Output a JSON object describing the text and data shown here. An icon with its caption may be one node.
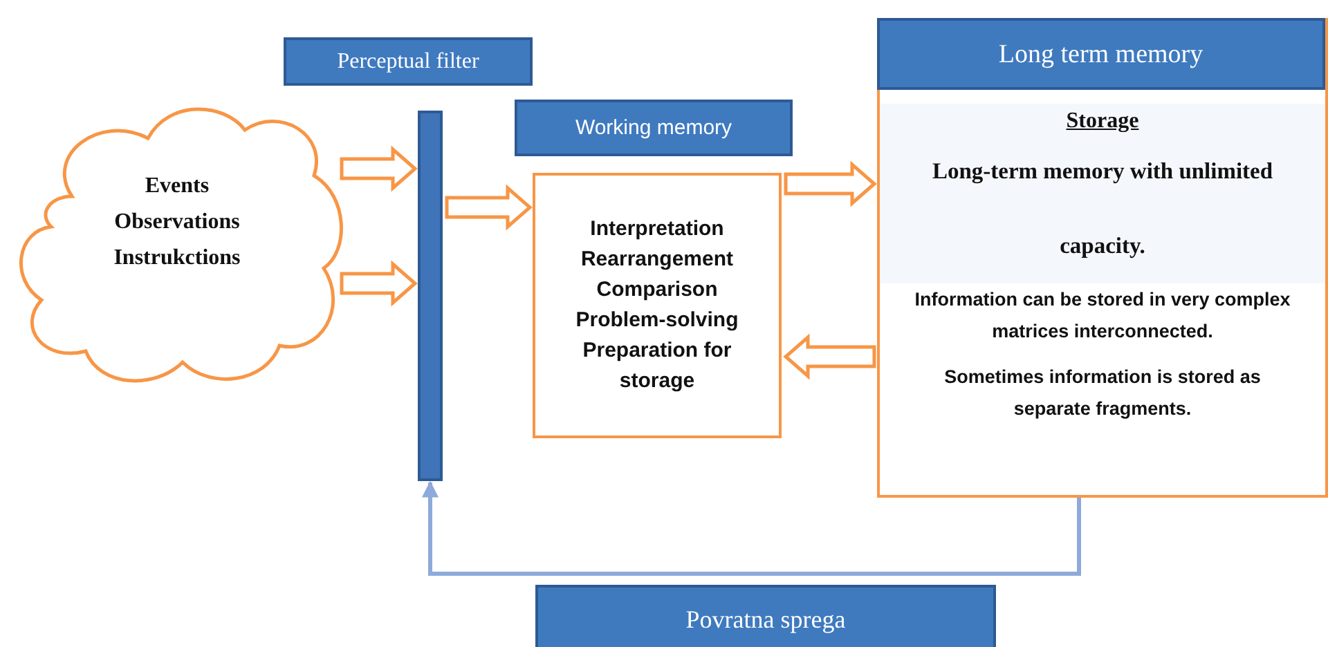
{
  "diagram": {
    "nodes": [
      {
        "text": [
          "Events",
          "Observations",
          "Instrukctions"
        ]
      },
      {
        "text": [
          "Perceptual filter"
        ]
      },
      {
        "text": [],
        "shape": "bar"
      },
      {
        "text": [
          "Working memory"
        ]
      },
      {
        "text": [
          "Interpretation",
          "Rearrangement",
          "Comparison",
          "Problem-solving",
          "Preparation for storage"
        ]
      },
      {
        "text": [
          "Long term memory",
          "Storage",
          "Long-term memory with unlimited capacity.",
          "Information can be stored in very complex matrices interconnected.",
          "Sometimes information is stored as separate fragments."
        ]
      },
      {
        "text": [
          "Povratna sprega"
        ]
      }
    ],
    "edges": [
      {
        "from": 0,
        "to": 2,
        "arrow": "to"
      },
      {
        "from": 0,
        "to": 2,
        "arrow": "to"
      },
      {
        "from": 2,
        "to": 4,
        "arrow": "to"
      },
      {
        "from": 4,
        "to": 5,
        "arrow": "to"
      },
      {
        "from": 5,
        "to": 4,
        "arrow": "to"
      },
      {
        "from": 5,
        "to": 2,
        "arrow": "to",
        "color": "#8eaadb"
      }
    ]
  }
}
